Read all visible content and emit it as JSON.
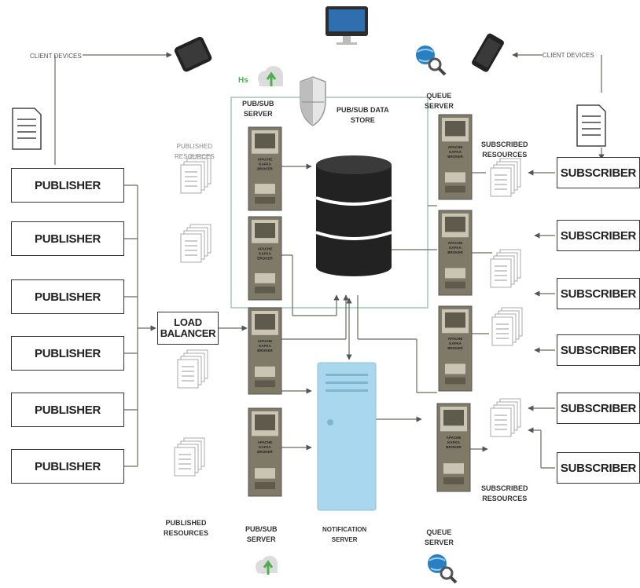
{
  "publishers": [
    "PUBLISHER",
    "PUBLISHER",
    "PUBLISHER",
    "PUBLISHER",
    "PUBLISHER",
    "PUBLISHER"
  ],
  "subscribers": [
    "SUBSCRIBER",
    "SUBSCRIBER",
    "SUBSCRIBER",
    "SUBSCRIBER",
    "SUBSCRIBER",
    "SUBSCRIBER"
  ],
  "load_balancer": "LOAD\nBALANCER",
  "labels": {
    "client_devices_left": "CLIENT DEVICES",
    "client_devices_right": "CLIENT DEVICES",
    "pubsub_server_top": "PUB/SUB\nSERVER",
    "pubsub_data_store": "PUB/SUB DATA\nSTORE",
    "queue_server_top": "QUEUE\nSERVER",
    "published_resources_top": "PUBLISHED\nRESOURCES",
    "subscribed_resources_top": "SUBSCRIBED\nRESOURCES",
    "published_resources_bottom": "PUBLISHED\nRESOURCES",
    "pubsub_server_bottom": "PUB/SUB\nSERVER",
    "notification_server": "NOTIFICATION\nSERVER",
    "queue_server_bottom": "QUEUE\nSERVER",
    "subscribed_resources_bottom": "SUBSCRIBED\nRESOURCES",
    "cloud_badge": "Hs"
  },
  "broker_label": [
    "APACHE",
    "KAFKA",
    "BROKER"
  ],
  "colors": {
    "line": "#6b6b5e",
    "server_body": "#7f7a68",
    "server_light": "#c9c4b3",
    "database": "#222222",
    "notification_server": "#a9d8ee",
    "cloud": "#4caf50",
    "globe": "#2a7fc1"
  }
}
